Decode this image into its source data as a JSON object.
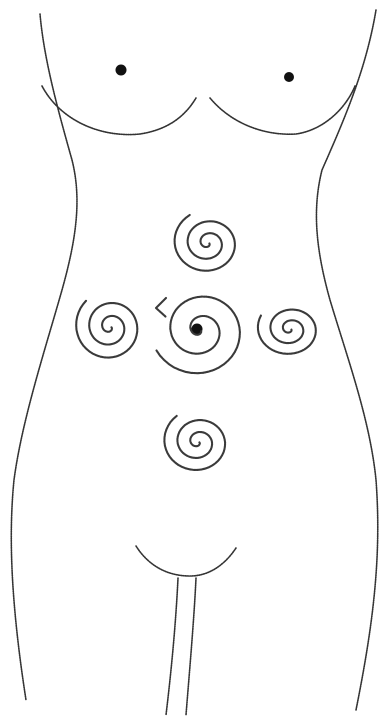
{
  "figure": {
    "subject": "female-torso-outline",
    "ink_color": "#333333",
    "background_color": "#ffffff",
    "spiral_count": 5,
    "nipple_count": 2,
    "has_navel": true
  }
}
